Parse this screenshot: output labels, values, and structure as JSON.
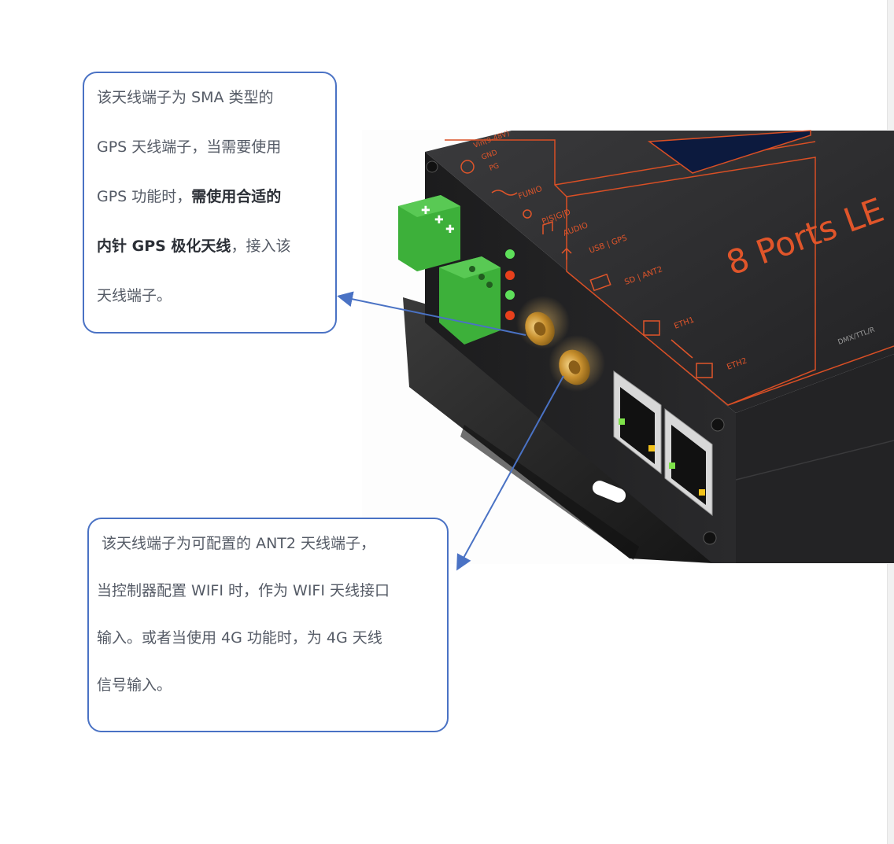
{
  "callout_gps": {
    "lines": [
      {
        "text": "该天线端子为 SMA 类型的"
      },
      {
        "text": "GPS 天线端子，当需要使用"
      },
      {
        "text": "GPS 功能时，",
        "bold": "需使用合适的"
      },
      {
        "bold": "内针 GPS 极化天线",
        "text_after": "，接入该"
      },
      {
        "text": "天线端子。"
      }
    ]
  },
  "callout_ant2": {
    "lines": [
      " 该天线端子为可配置的 ANT2 天线端子，",
      "当控制器配置 WIFI 时，作为 WIFI 天线接口",
      "输入。或者当使用 4G 功能时，为 4G 天线",
      "信号输入。"
    ]
  },
  "device": {
    "title": "8 Ports LE",
    "power_label": "Vin(9-48V)",
    "gnd_label": "GND",
    "pg_label": "PG",
    "funio_label": "FUNIO",
    "psgd_label": "P|S|G|D",
    "audio_label": "AUDIO",
    "usb_gps_label": "USB | GPS",
    "sd_ant2_label": "SD | ANT2",
    "eth1_label": "ETH1",
    "eth2_label": "ETH2",
    "side_label": "DMX/TTL/R",
    "accent_color": "#e0552a",
    "body_color": "#2b2b2d",
    "terminal_color": "#3db03a",
    "led_colors": [
      "#5ee05a",
      "#e8401c",
      "#5ee05a",
      "#e8401c"
    ]
  }
}
